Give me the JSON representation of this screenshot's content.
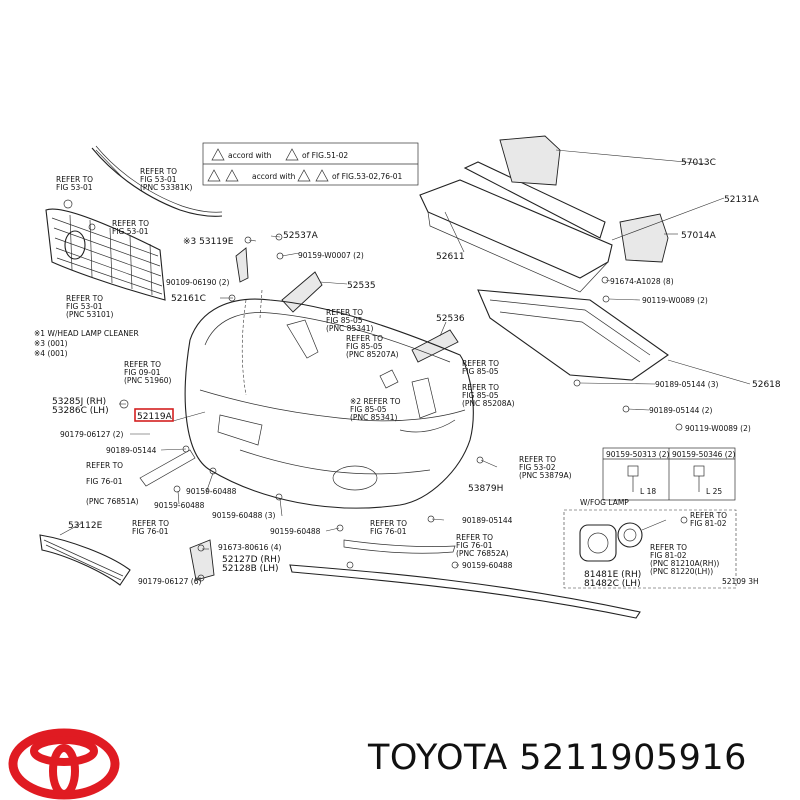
{
  "legend": {
    "row1": "accord with",
    "row1_ref": "of FIG.51-02",
    "row2": "accord with",
    "row2_ref": "of FIG.53-02,76-01"
  },
  "notes": {
    "n1": "※1 W/HEAD LAMP CLEANER",
    "n2": "※3 (001)",
    "n3": "※4 (001)"
  },
  "labels": [
    {
      "key": "ref_fig5301_a",
      "text": "REFER TO"
    },
    {
      "key": "ref_fig5301_a2",
      "text": "FIG 53-01"
    },
    {
      "key": "ref_top1",
      "text": "REFER TO"
    },
    {
      "key": "ref_top2",
      "text": "FIG 53-01"
    },
    {
      "key": "ref_top3",
      "text": "(PNC 53381K)"
    },
    {
      "key": "ref_grille1",
      "text": "REFER TO"
    },
    {
      "key": "ref_grille2",
      "text": "FIG 53-01"
    },
    {
      "key": "p53119",
      "text": "※3 53119E"
    },
    {
      "key": "p52537",
      "text": "52537A"
    },
    {
      "key": "p90159a",
      "text": "90159-W0007 (2)"
    },
    {
      "key": "p52535",
      "text": "52535"
    },
    {
      "key": "ref_85a1",
      "text": "REFER TO"
    },
    {
      "key": "ref_85a2",
      "text": "FIG 85-05"
    },
    {
      "key": "ref_85a3",
      "text": "(PNC 85341)"
    },
    {
      "key": "ref_85b1",
      "text": "REFER TO"
    },
    {
      "key": "ref_85b2",
      "text": "FIG 85-05"
    },
    {
      "key": "ref_85b3",
      "text": "(PNC 85207A)"
    },
    {
      "key": "p90109",
      "text": "90109-06190 (2)"
    },
    {
      "key": "p52161",
      "text": "52161C"
    },
    {
      "key": "ref_low1",
      "text": "REFER TO"
    },
    {
      "key": "ref_low2",
      "text": "FIG 53-01"
    },
    {
      "key": "ref_low3",
      "text": "(PNC 53101)"
    },
    {
      "key": "p57013",
      "text": "57013C"
    },
    {
      "key": "p52131",
      "text": "52131A"
    },
    {
      "key": "p57014",
      "text": "57014A"
    },
    {
      "key": "p52611",
      "text": "52611"
    },
    {
      "key": "p91674",
      "text": "91674-A1028 (8)"
    },
    {
      "key": "p90119a",
      "text": "90119-W0089 (2)"
    },
    {
      "key": "p52536",
      "text": "52536"
    },
    {
      "key": "ref_8505a1",
      "text": "REFER TO"
    },
    {
      "key": "ref_8505a2",
      "text": "FIG 85-05"
    },
    {
      "key": "ref_8505b1",
      "text": "REFER TO"
    },
    {
      "key": "ref_8505b2",
      "text": "FIG 85-05"
    },
    {
      "key": "ref_8505b3",
      "text": "(PNC 85208A)"
    },
    {
      "key": "ref_8505c1",
      "text": "※2 REFER TO"
    },
    {
      "key": "ref_8505c2",
      "text": "FIG 85-05"
    },
    {
      "key": "ref_8505c3",
      "text": "(PNC 85341)"
    },
    {
      "key": "p90189a",
      "text": "90189-05144 (3)"
    },
    {
      "key": "p52618",
      "text": "52618"
    },
    {
      "key": "p90189b",
      "text": "90189-05144 (2)"
    },
    {
      "key": "p90119b",
      "text": "90119-W0089 (2)"
    },
    {
      "key": "ref_0901_1",
      "text": "REFER TO"
    },
    {
      "key": "ref_0901_2",
      "text": "FIG 09-01"
    },
    {
      "key": "ref_0901_3",
      "text": "(PNC 51960)"
    },
    {
      "key": "p53285",
      "text": "53285J (RH)"
    },
    {
      "key": "p53286",
      "text": "53286C (LH)"
    },
    {
      "key": "p52119",
      "text": "52119A"
    },
    {
      "key": "p90179a",
      "text": "90179-06127 (2)"
    },
    {
      "key": "p90189c",
      "text": "90189-05144"
    },
    {
      "key": "ref_7601a1",
      "text": "REFER TO"
    },
    {
      "key": "ref_7601a2",
      "text": "FIG 76-01"
    },
    {
      "key": "ref_7601a3",
      "text": "(PNC 76851A)"
    },
    {
      "key": "p90159b",
      "text": "90159-60488"
    },
    {
      "key": "p90159c",
      "text": "90159-60488"
    },
    {
      "key": "p53879",
      "text": "53879H"
    },
    {
      "key": "ref_5302_1",
      "text": "REFER TO"
    },
    {
      "key": "ref_5302_2",
      "text": "FIG 53-02"
    },
    {
      "key": "ref_5302_3",
      "text": "(PNC 53879A)"
    },
    {
      "key": "tbl_h1",
      "text": "90159-50313 (2)"
    },
    {
      "key": "tbl_h2",
      "text": "90159-50346 (2)"
    },
    {
      "key": "tbl_l1",
      "text": "L 18"
    },
    {
      "key": "tbl_l2",
      "text": "L 25"
    },
    {
      "key": "p53112",
      "text": "53112E"
    },
    {
      "key": "ref_7601b1",
      "text": "REFER TO"
    },
    {
      "key": "ref_7601b2",
      "text": "FIG 76-01"
    },
    {
      "key": "p90159d",
      "text": "90159-60488 (3)"
    },
    {
      "key": "p90159e",
      "text": "90159-60488"
    },
    {
      "key": "ref_7601c1",
      "text": "REFER TO"
    },
    {
      "key": "ref_7601c2",
      "text": "FIG 76-01"
    },
    {
      "key": "p90189d",
      "text": "90189-05144"
    },
    {
      "key": "ref_7601d1",
      "text": "REFER TO"
    },
    {
      "key": "ref_7601d2",
      "text": "FIG 76-01"
    },
    {
      "key": "ref_7601d3",
      "text": "(PNC 76852A)"
    },
    {
      "key": "p90159f",
      "text": "90159-60488"
    },
    {
      "key": "p91673",
      "text": "91673-80616 (4)"
    },
    {
      "key": "p52127",
      "text": "52127D (RH)"
    },
    {
      "key": "p52128",
      "text": "52128B (LH)"
    },
    {
      "key": "p90179b",
      "text": "90179-06127 (6)"
    },
    {
      "key": "wfog",
      "text": "W/FOG LAMP"
    },
    {
      "key": "ref_8102a1",
      "text": "REFER TO"
    },
    {
      "key": "ref_8102a2",
      "text": "FIG 81-02"
    },
    {
      "key": "ref_8102b1",
      "text": "REFER TO"
    },
    {
      "key": "ref_8102b2",
      "text": "FIG 81-02"
    },
    {
      "key": "ref_8102b3",
      "text": "(PNC 81210A(RH))"
    },
    {
      "key": "ref_8102b4",
      "text": "(PNC 81220(LH))"
    },
    {
      "key": "p81481",
      "text": "81481E (RH)"
    },
    {
      "key": "p81482",
      "text": "81482C (LH)"
    },
    {
      "key": "code",
      "text": "52109 3H"
    }
  ],
  "brand_line": "TOYOTA 5211905916",
  "colors": {
    "logo": "#e01b22",
    "ink": "#111111",
    "highlight": "#d42020"
  }
}
